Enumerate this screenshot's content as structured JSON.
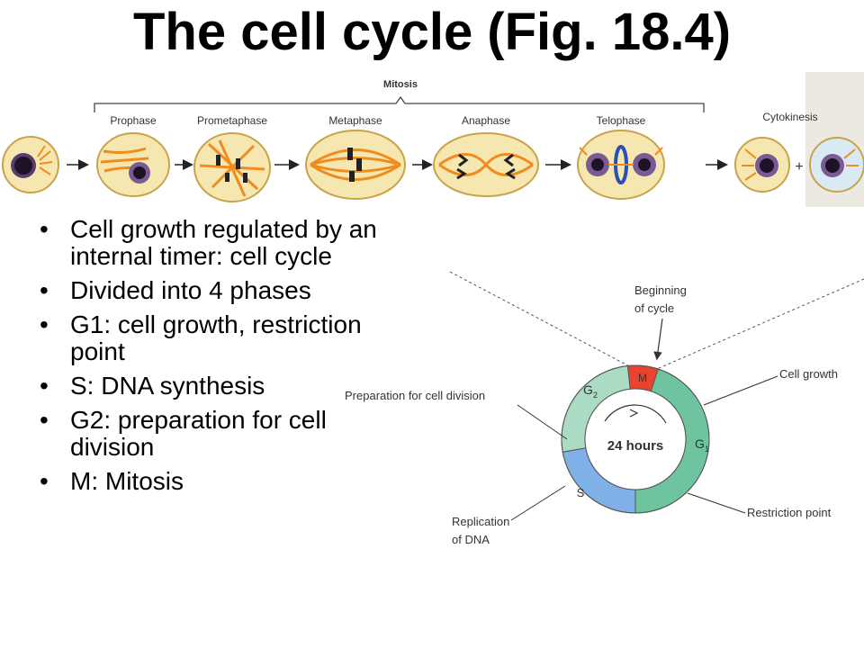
{
  "title": "The cell cycle (Fig. 18.4)",
  "mitosis": {
    "bracket_label": "Mitosis",
    "stages": [
      "Prophase",
      "Prometaphase",
      "Metaphase",
      "Anaphase",
      "Telophase",
      "Cytokinesis"
    ],
    "plus_sign": "+"
  },
  "bullets": [
    "Cell growth regulated by an internal timer: cell cycle",
    "Divided into 4 phases",
    "G1:  cell growth, restriction point",
    "S:  DNA synthesis",
    "G2:  preparation for cell division",
    "M: Mitosis"
  ],
  "cycle": {
    "center_label": "24 hours",
    "phases": [
      {
        "key": "M",
        "sub": "",
        "color": "#e8432d"
      },
      {
        "key": "G",
        "sub": "1",
        "color": "#6fc4a0"
      },
      {
        "key": "S",
        "sub": "",
        "color": "#7fb0e8"
      },
      {
        "key": "G",
        "sub": "2",
        "color": "#a9dcc2"
      }
    ],
    "labels": {
      "beginning_line1": "Beginning",
      "beginning_line2": "of cycle",
      "cell_growth": "Cell growth",
      "preparation": "Preparation for cell division",
      "replication_line1": "Replication",
      "replication_line2": "of DNA",
      "restriction": "Restriction point"
    }
  },
  "colors": {
    "spindle": "#f08c1e",
    "nucleus": "#2a1a3a",
    "membrane": "#f6e7b0",
    "chromosome": "#222222"
  }
}
